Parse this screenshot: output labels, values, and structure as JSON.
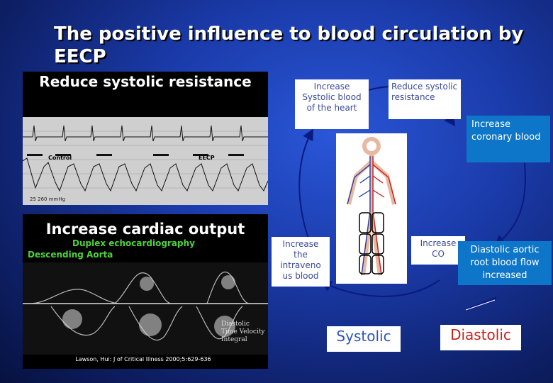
{
  "slide": {
    "title": "The positive influence to blood circulation by EECP"
  },
  "ecg_panel": {
    "heading": "Reduce systolic resistance",
    "label_control": "Control",
    "label_eecp": "EECP",
    "footer": "25  260 mmHg"
  },
  "doppler_panel": {
    "heading": "Increase cardiac output",
    "subtitle_1": "Duplex echocardiography",
    "subtitle_2": "Descending Aorta",
    "image_text_1": "Diastolic",
    "image_text_2": "Time Velocity",
    "image_text_3": "Integral",
    "citation": "Lawson, Hui: J of Critical Illness 2000;5:629-636"
  },
  "diagram": {
    "box_increase_systolic": "Increase Systolic blood of the heart",
    "box_reduce_systolic": "Reduce systolic resistance",
    "box_increase_coronary": "Increase coronary blood",
    "box_increase_intraveno": "Increase the intraveno us blood",
    "box_increase_co": "Increase CO",
    "box_diastolic_aortic": "Diastolic aortic root blood flow increased",
    "label_systolic": "Systolic",
    "label_diastolic": "Diastolic"
  },
  "colors": {
    "background": "#1a3aa8",
    "box_blue": "#0e76c8",
    "systolic_text": "#2d55c0",
    "diastolic_text": "#c8201a",
    "arrow": "#0a1a80"
  }
}
